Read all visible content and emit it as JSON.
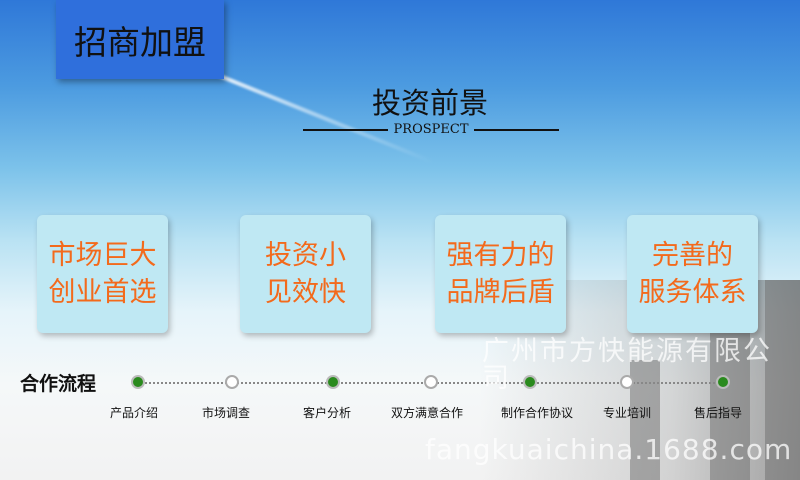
{
  "banner_title": "招商加盟",
  "section": {
    "title": "投资前景",
    "subtitle": "PROSPECT"
  },
  "cards": [
    {
      "line1": "市场巨大",
      "line2": "创业首选"
    },
    {
      "line1": "投资小",
      "line2": "见效快"
    },
    {
      "line1": "强有力的",
      "line2": "品牌后盾"
    },
    {
      "line1": "完善的",
      "line2": "服务体系"
    }
  ],
  "accent_color": "#f36a1c",
  "flow": {
    "title": "合作流程",
    "steps": [
      {
        "label": "产品介绍",
        "active": true
      },
      {
        "label": "市场调查",
        "active": false
      },
      {
        "label": "客户分析",
        "active": true
      },
      {
        "label": "双方满意合作",
        "active": false
      },
      {
        "label": "制作合作协议",
        "active": true
      },
      {
        "label": "专业培训",
        "active": false
      },
      {
        "label": "售后指导",
        "active": true
      }
    ]
  },
  "watermark": {
    "company": "广州市方快能源有限公司",
    "site": "fangkuaichina.1688.com"
  }
}
